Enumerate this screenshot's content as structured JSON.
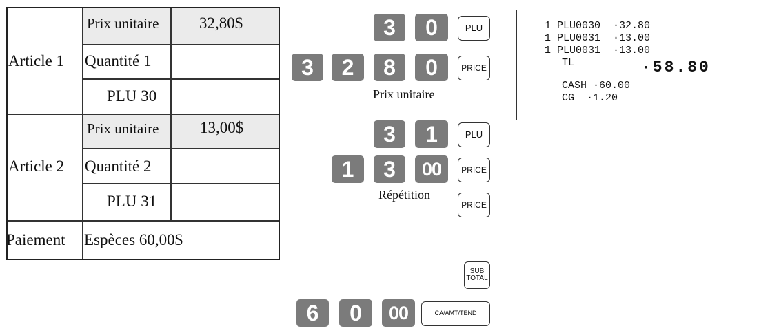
{
  "table": {
    "article1": {
      "label": "Article 1",
      "unit_price_label": "Prix unitaire",
      "unit_price_value": "32,80$",
      "quantity_label": "Quantité 1",
      "plu_label": "PLU 30"
    },
    "article2": {
      "label": "Article 2",
      "unit_price_label": "Prix unitaire",
      "unit_price_value": "13,00$",
      "quantity_label": "Quantité 2",
      "plu_label": "PLU 31"
    },
    "payment": {
      "label": "Paiement",
      "value": "Espèces 60,00$"
    }
  },
  "keys": {
    "row1": [
      "3",
      "0"
    ],
    "plu": "PLU",
    "row2": [
      "3",
      "2",
      "8",
      "0"
    ],
    "price": "PRICE",
    "caption_unit_price": "Prix unitaire",
    "row3": [
      "3",
      "1"
    ],
    "row4": [
      "1",
      "3",
      "00"
    ],
    "caption_repeat": "Répétition",
    "subtotal": [
      "SUB",
      "TOTAL"
    ],
    "row6": [
      "6",
      "0",
      "00"
    ],
    "tend": "CA/AMT/TEND"
  },
  "receipt": {
    "lines": [
      "1 PLU0030  ·32.80",
      "1 PLU0031  ·13.00",
      "1 PLU0031  ·13.00"
    ],
    "total_label": "TL",
    "total_value": "·58.80",
    "cash": "CASH ·60.00",
    "change": "CG  ·1.20"
  }
}
